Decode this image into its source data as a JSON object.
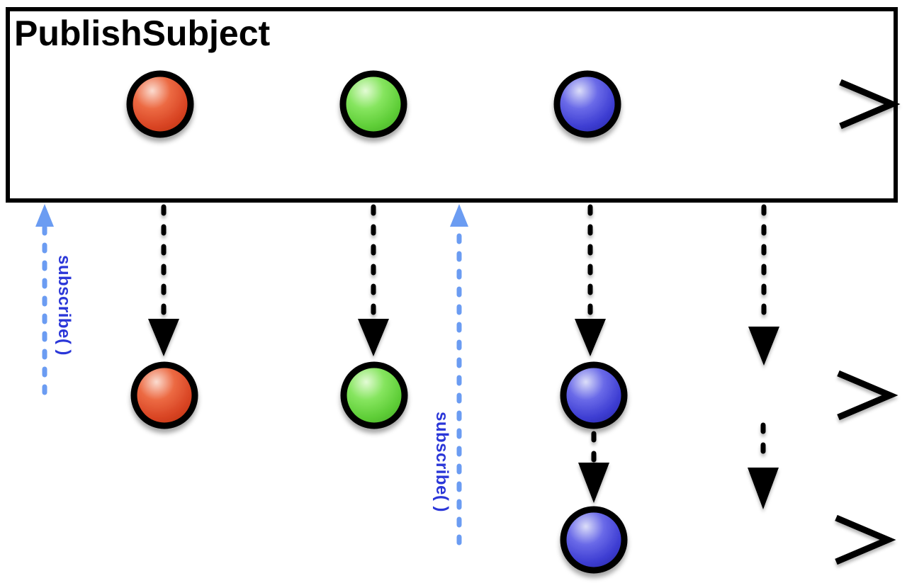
{
  "title": "PublishSubject",
  "colors": {
    "marble_red": "#d84423",
    "marble_green": "#5ecd37",
    "marble_blue": "#3d3dd2",
    "stroke": "#000000",
    "subscribe_arrow": "#6b9cf2",
    "subscribe_text": "#2a36d8"
  },
  "streams": {
    "source": {
      "name": "PublishSubject",
      "events": [
        {
          "type": "next",
          "value": "red"
        },
        {
          "type": "next",
          "value": "green"
        },
        {
          "type": "next",
          "value": "blue"
        },
        {
          "type": "complete"
        }
      ]
    },
    "subscribers": [
      {
        "id": "subscriber-1",
        "subscribe_label": "subscribe( )",
        "subscribed_before": "red",
        "events": [
          {
            "type": "next",
            "value": "red"
          },
          {
            "type": "next",
            "value": "green"
          },
          {
            "type": "next",
            "value": "blue"
          },
          {
            "type": "complete"
          }
        ]
      },
      {
        "id": "subscriber-2",
        "subscribe_label": "subscribe( )",
        "subscribed_after": "green",
        "events": [
          {
            "type": "next",
            "value": "blue"
          },
          {
            "type": "complete"
          }
        ]
      }
    ]
  }
}
